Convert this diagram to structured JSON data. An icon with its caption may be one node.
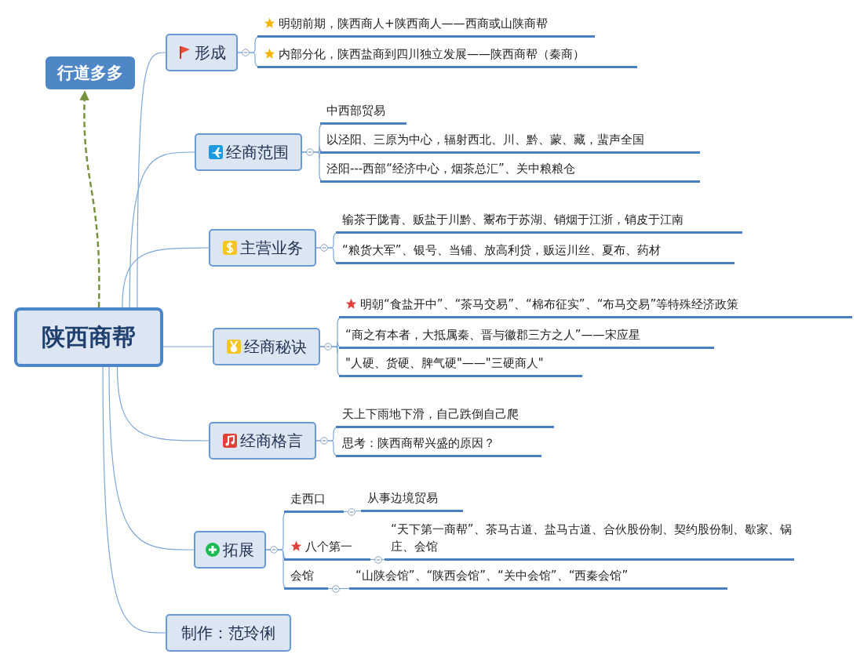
{
  "diagram": {
    "nodes": [
      {
        "text": [
          "陕西商帮"
        ]
      },
      {
        "text": [
          "行道多多"
        ]
      },
      {
        "text": [
          "形成"
        ]
      },
      {
        "text": [
          "明朝前期，陕西商人+陕西商人——西商或山陕商帮"
        ]
      },
      {
        "text": [
          "内部分化，陕西盐商到四川独立发展——陕西商帮（秦商）"
        ]
      },
      {
        "text": [
          "经商范围"
        ]
      },
      {
        "text": [
          "中西部贸易"
        ]
      },
      {
        "text": [
          "以泾阳、三原为中心，辐射西北、川、黔、蒙、藏，蜚声全国"
        ]
      },
      {
        "text": [
          "泾阳---西部“经济中心，烟茶总汇”、关中粮粮仓"
        ]
      },
      {
        "text": [
          "主营业务"
        ]
      },
      {
        "text": [
          "输茶于陇青、贩盐于川黔、鬻布于苏湖、销烟于江浙，销皮于江南"
        ]
      },
      {
        "text": [
          "“粮货大军”、银号、当铺、放高利贷，贩运川丝、夏布、药材"
        ]
      },
      {
        "text": [
          "经商秘诀"
        ]
      },
      {
        "text": [
          "明朝“食盐开中”、“茶马交易”、“棉布征实”、“布马交易”等特殊经济政策"
        ]
      },
      {
        "text": [
          "“商之有本者，大抵属秦、晋与徽郡三方之人”——宋应星"
        ]
      },
      {
        "text": [
          "\"人硬、货硬、脾气硬\"——\"三硬商人\""
        ]
      },
      {
        "text": [
          "经商格言"
        ]
      },
      {
        "text": [
          "天上下雨地下滑，自己跌倒自己爬"
        ]
      },
      {
        "text": [
          "思考：陕西商帮兴盛的原因？"
        ]
      },
      {
        "text": [
          "拓展"
        ]
      },
      {
        "text": [
          "走西口"
        ]
      },
      {
        "text": [
          "从事边境贸易"
        ]
      },
      {
        "text": [
          "八个第一"
        ]
      },
      {
        "text": [
          "“天下第一商帮”、茶马古道、盐马古道、合伙股份制、契约股份制、歇家、锅庄、会馆"
        ]
      },
      {
        "text": [
          "会馆"
        ]
      },
      {
        "text": [
          "“山陕会馆”、“陕西会馆”、“关中会馆”、“西秦会馆”"
        ]
      },
      {
        "text": [
          "制作：范玲俐"
        ]
      }
    ],
    "edges": [
      {
        "from": 0,
        "to": 1,
        "arrow": "to",
        "style": "dashed",
        "color": "#76923c"
      },
      {
        "from": 0,
        "to": 2,
        "arrow": "none"
      },
      {
        "from": 2,
        "to": 3,
        "arrow": "none"
      },
      {
        "from": 2,
        "to": 4,
        "arrow": "none"
      },
      {
        "from": 0,
        "to": 5,
        "arrow": "none"
      },
      {
        "from": 5,
        "to": 6,
        "arrow": "none"
      },
      {
        "from": 5,
        "to": 7,
        "arrow": "none"
      },
      {
        "from": 5,
        "to": 8,
        "arrow": "none"
      },
      {
        "from": 0,
        "to": 9,
        "arrow": "none"
      },
      {
        "from": 9,
        "to": 10,
        "arrow": "none"
      },
      {
        "from": 9,
        "to": 11,
        "arrow": "none"
      },
      {
        "from": 0,
        "to": 12,
        "arrow": "none"
      },
      {
        "from": 12,
        "to": 13,
        "arrow": "none"
      },
      {
        "from": 12,
        "to": 14,
        "arrow": "none"
      },
      {
        "from": 12,
        "to": 15,
        "arrow": "none"
      },
      {
        "from": 0,
        "to": 16,
        "arrow": "none"
      },
      {
        "from": 16,
        "to": 17,
        "arrow": "none"
      },
      {
        "from": 16,
        "to": 18,
        "arrow": "none"
      },
      {
        "from": 0,
        "to": 19,
        "arrow": "none"
      },
      {
        "from": 19,
        "to": 20,
        "arrow": "none"
      },
      {
        "from": 20,
        "to": 21,
        "arrow": "none"
      },
      {
        "from": 19,
        "to": 22,
        "arrow": "none"
      },
      {
        "from": 22,
        "to": 23,
        "arrow": "none"
      },
      {
        "from": 19,
        "to": 24,
        "arrow": "none"
      },
      {
        "from": 24,
        "to": 25,
        "arrow": "none"
      },
      {
        "from": 0,
        "to": 26,
        "arrow": "none"
      }
    ]
  }
}
